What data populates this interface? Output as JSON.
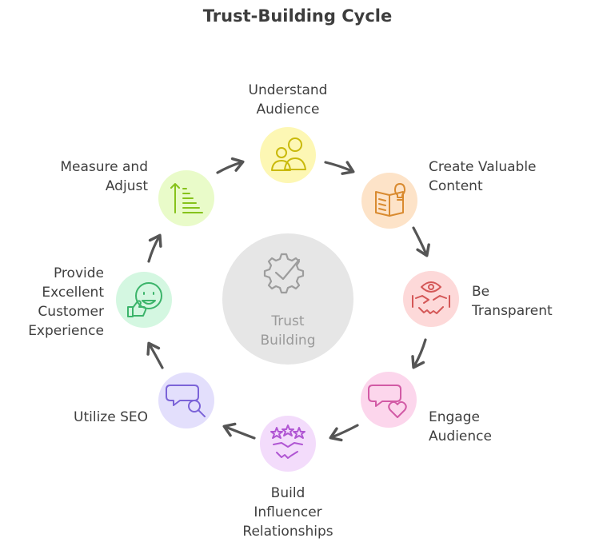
{
  "title": "Trust-Building Cycle",
  "center": {
    "line1": "Trust",
    "line2": "Building"
  },
  "steps": [
    {
      "line1": "Understand",
      "line2": "Audience",
      "color": "#fdf7b4",
      "icon": "people-icon"
    },
    {
      "line1": "Create Valuable",
      "line2": "Content",
      "color": "#fde3c8",
      "icon": "book-lightbulb-icon"
    },
    {
      "line1": "Be",
      "line2": "Transparent",
      "color": "#fdd9d9",
      "icon": "eye-handshake-icon"
    },
    {
      "line1": "Engage",
      "line2": "Audience",
      "color": "#fcd6ec",
      "icon": "chat-heart-icon"
    },
    {
      "line1": "Build",
      "line2": "Influencer",
      "line3": "Relationships",
      "color": "#f3dcfb",
      "icon": "stars-handshake-icon"
    },
    {
      "line1": "Utilize SEO",
      "color": "#e3dffc",
      "icon": "chat-search-icon"
    },
    {
      "line1": "Provide",
      "line2": "Excellent",
      "line3": "Customer",
      "line4": "Experience",
      "color": "#d4f7e1",
      "icon": "smile-thumbs-up-icon"
    },
    {
      "line1": "Measure and",
      "line2": "Adjust",
      "color": "#e9fbc9",
      "icon": "ascending-list-icon"
    }
  ]
}
